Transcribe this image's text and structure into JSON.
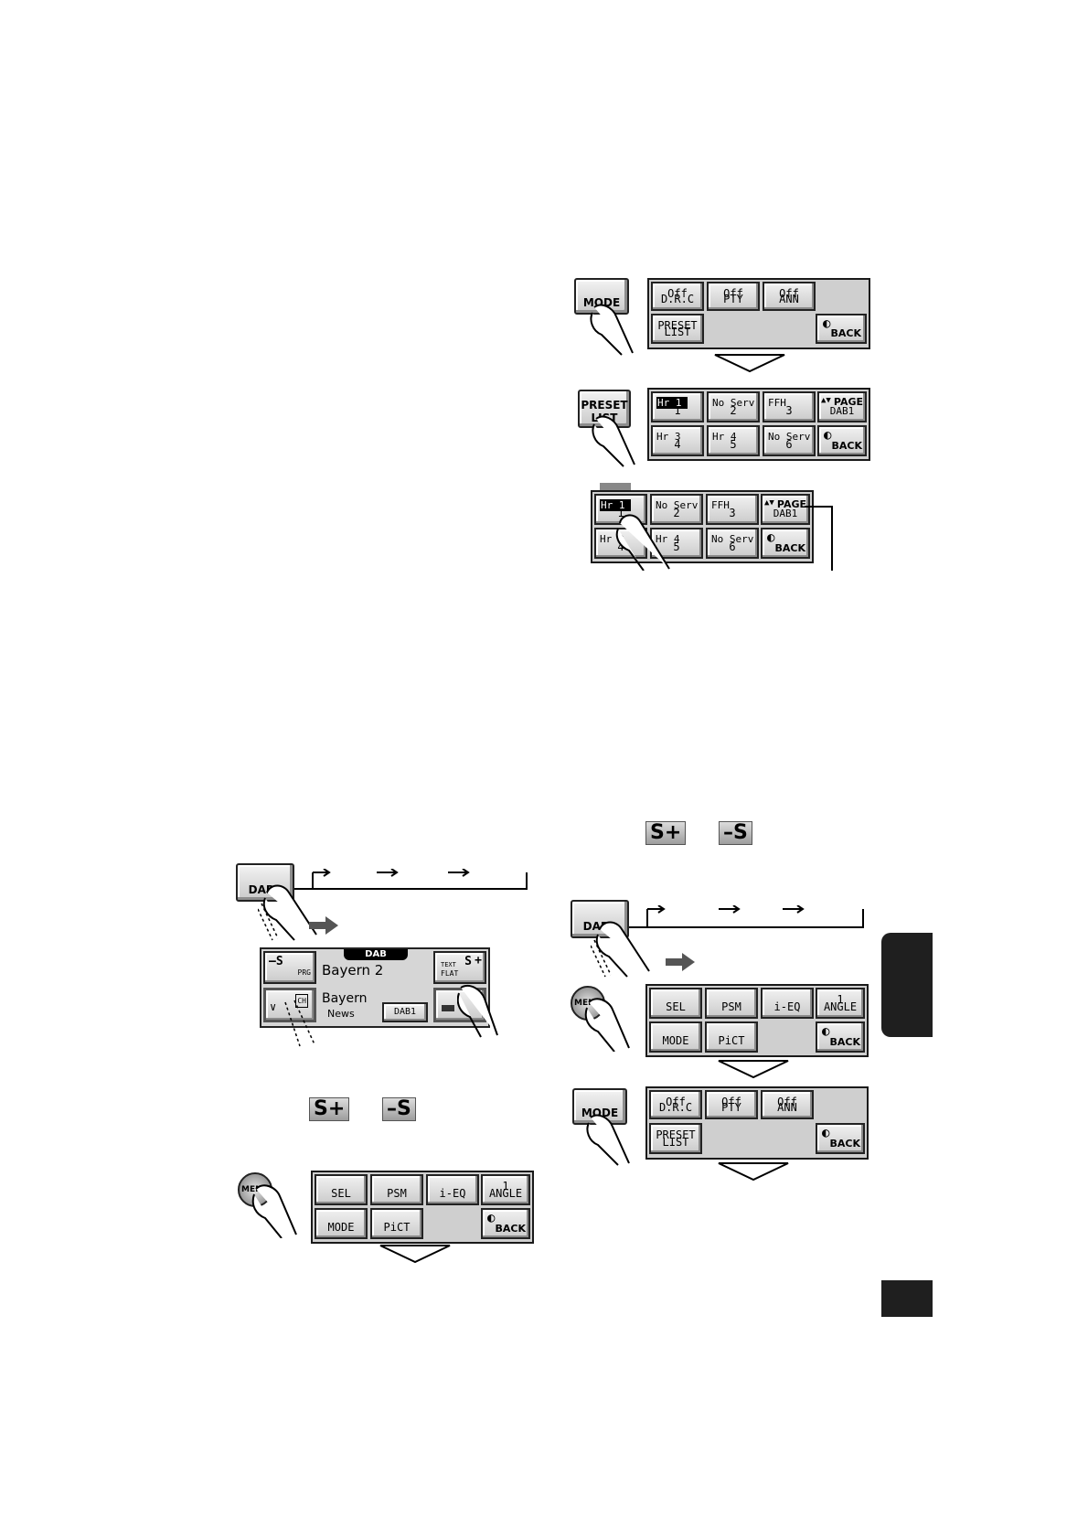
{
  "mode_panel_1": {
    "mode_button": "MODE",
    "drc": {
      "top": "Off",
      "bottom": "D.R.C"
    },
    "pty": {
      "top": "Off",
      "bottom": "PTY"
    },
    "ann": {
      "top": "Off",
      "bottom": "ANN"
    },
    "preset_list": {
      "top": "PRESET",
      "bottom": "LIST"
    },
    "back": "BACK"
  },
  "preset_panel": {
    "preset_list_button": {
      "top": "PRESET",
      "bottom": "LIST"
    },
    "keys": [
      {
        "name": "Hr 1",
        "num": "1"
      },
      {
        "name": "No Serv",
        "num": "2"
      },
      {
        "name": "FFH",
        "num": "3"
      },
      {
        "name": "Hr 3",
        "num": "4"
      },
      {
        "name": "Hr 4",
        "num": "5"
      },
      {
        "name": "No Serv",
        "num": "6"
      }
    ],
    "page": "PAGE",
    "bank": "DAB1",
    "back": "BACK"
  },
  "preset_panel_2": {
    "keys": [
      {
        "name": "Hr 1",
        "num": "1"
      },
      {
        "name": "No Serv",
        "num": "2"
      },
      {
        "name": "FFH",
        "num": "3"
      },
      {
        "name": "Hr 3",
        "num": "4"
      },
      {
        "name": "Hr 4",
        "num": "5"
      },
      {
        "name": "No Serv",
        "num": "6"
      }
    ],
    "page": "PAGE",
    "bank": "DAB1",
    "back": "BACK"
  },
  "dab_left": {
    "band_button": "DAB1",
    "screen": {
      "source": "DAB",
      "station": "Bayern 2",
      "ensemble": "Bayern",
      "pty": "News",
      "band": "DAB1",
      "seek_left": "S",
      "seek_right": "S",
      "prg": "PRG",
      "text": "TEXT",
      "flat": "FLAT",
      "ch": "CH"
    }
  },
  "s_buttons_left": {
    "plus": "S+",
    "minus": "–S"
  },
  "s_buttons_right": {
    "plus": "S+",
    "minus": "–S"
  },
  "menu_panel_left": {
    "menu": "MENU",
    "sel": "SEL",
    "psm": "PSM",
    "ieq": "i-EQ",
    "angle": {
      "top": "1",
      "bottom": "ANGLE"
    },
    "mode": "MODE",
    "pict": "PiCT",
    "back": "BACK"
  },
  "dab_right": {
    "band_button": "DAB1"
  },
  "menu_panel_right": {
    "menu": "MENU",
    "sel": "SEL",
    "psm": "PSM",
    "ieq": "i-EQ",
    "angle": {
      "top": "1",
      "bottom": "ANGLE"
    },
    "mode": "MODE",
    "pict": "PiCT",
    "back": "BACK"
  },
  "mode_panel_2": {
    "mode_button": "MODE",
    "drc": {
      "top": "Off",
      "bottom": "D.R.C"
    },
    "pty": {
      "top": "Off",
      "bottom": "PTY"
    },
    "ann": {
      "top": "Off",
      "bottom": "ANN"
    },
    "preset_list": {
      "top": "PRESET",
      "bottom": "LIST"
    },
    "back": "BACK"
  },
  "colors": {
    "tab": "#1f1f1f",
    "panel": "#cfcfcf"
  }
}
